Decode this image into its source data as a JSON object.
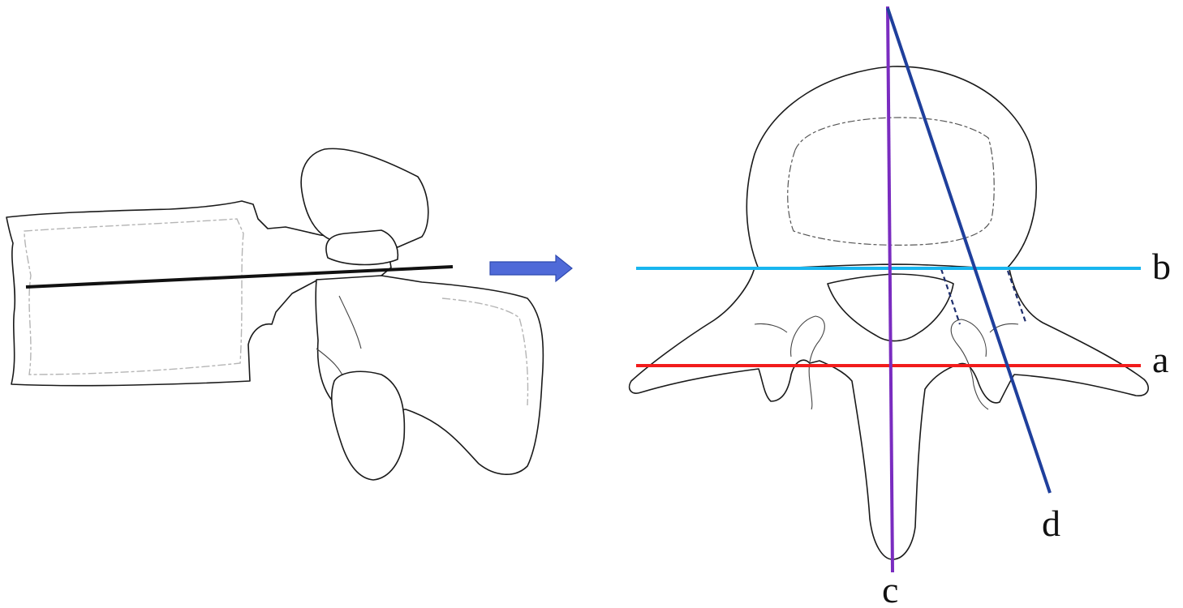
{
  "labels": {
    "a": "a",
    "b": "b",
    "c": "c",
    "d": "d"
  },
  "colors": {
    "line_a": "#f21c1c",
    "line_b": "#19b6ef",
    "line_c": "#7a2cc0",
    "line_d": "#1f3f9c",
    "sagittal_line": "#111111",
    "arrow": "#4f6ad8",
    "dashed_marks": "#1f2f6e"
  },
  "icons": {
    "transition_arrow": "right-arrow-icon"
  }
}
